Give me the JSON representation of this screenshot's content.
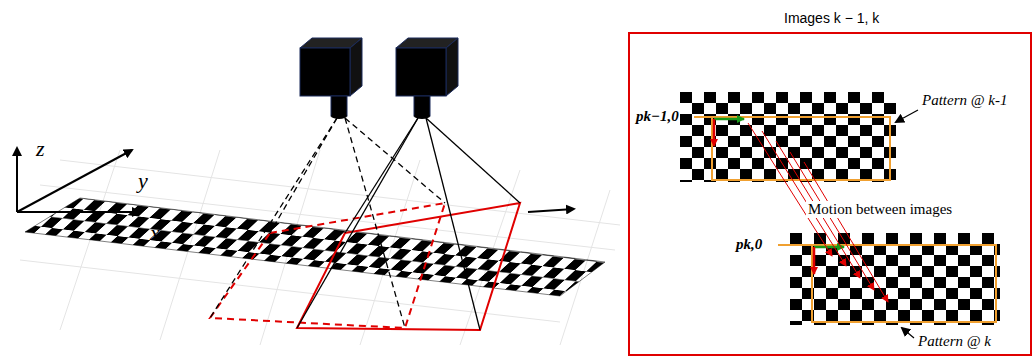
{
  "diagram": {
    "nodes": [
      {
        "text": [
          "Images k − 1, k"
        ]
      }
    ],
    "labels": [
      "z",
      "y",
      "x",
      "pk−1,0",
      "Pattern @ k-1",
      "Motion between images",
      "pk,0",
      "Pattern @ k"
    ]
  }
}
